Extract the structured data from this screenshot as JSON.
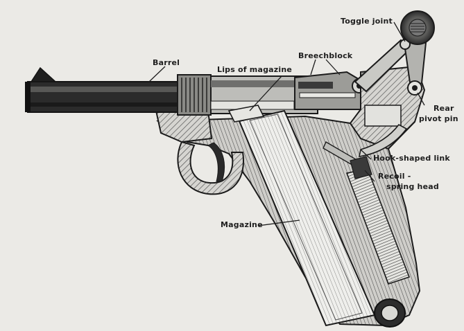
{
  "diagram": {
    "labels": {
      "toggle_joint": "Toggle joint",
      "barrel": "Barrel",
      "breechblock": "Breechblock",
      "lips_of_magazine": "Lips of magazine",
      "rear_pivot_pin_1": "Rear",
      "rear_pivot_pin_2": "pivot pin",
      "hook_shaped_link": "Hook-shaped link",
      "recoil_spring_head_1": "Recoil -",
      "recoil_spring_head_2": "spring head",
      "magazine": "Magazine"
    },
    "colors": {
      "background": "#ebeae6",
      "ink": "#1b1b1b",
      "metal_dark": "#2a2a2a",
      "metal_mid": "#7a7a78",
      "metal_light": "#c9c9c5"
    }
  }
}
